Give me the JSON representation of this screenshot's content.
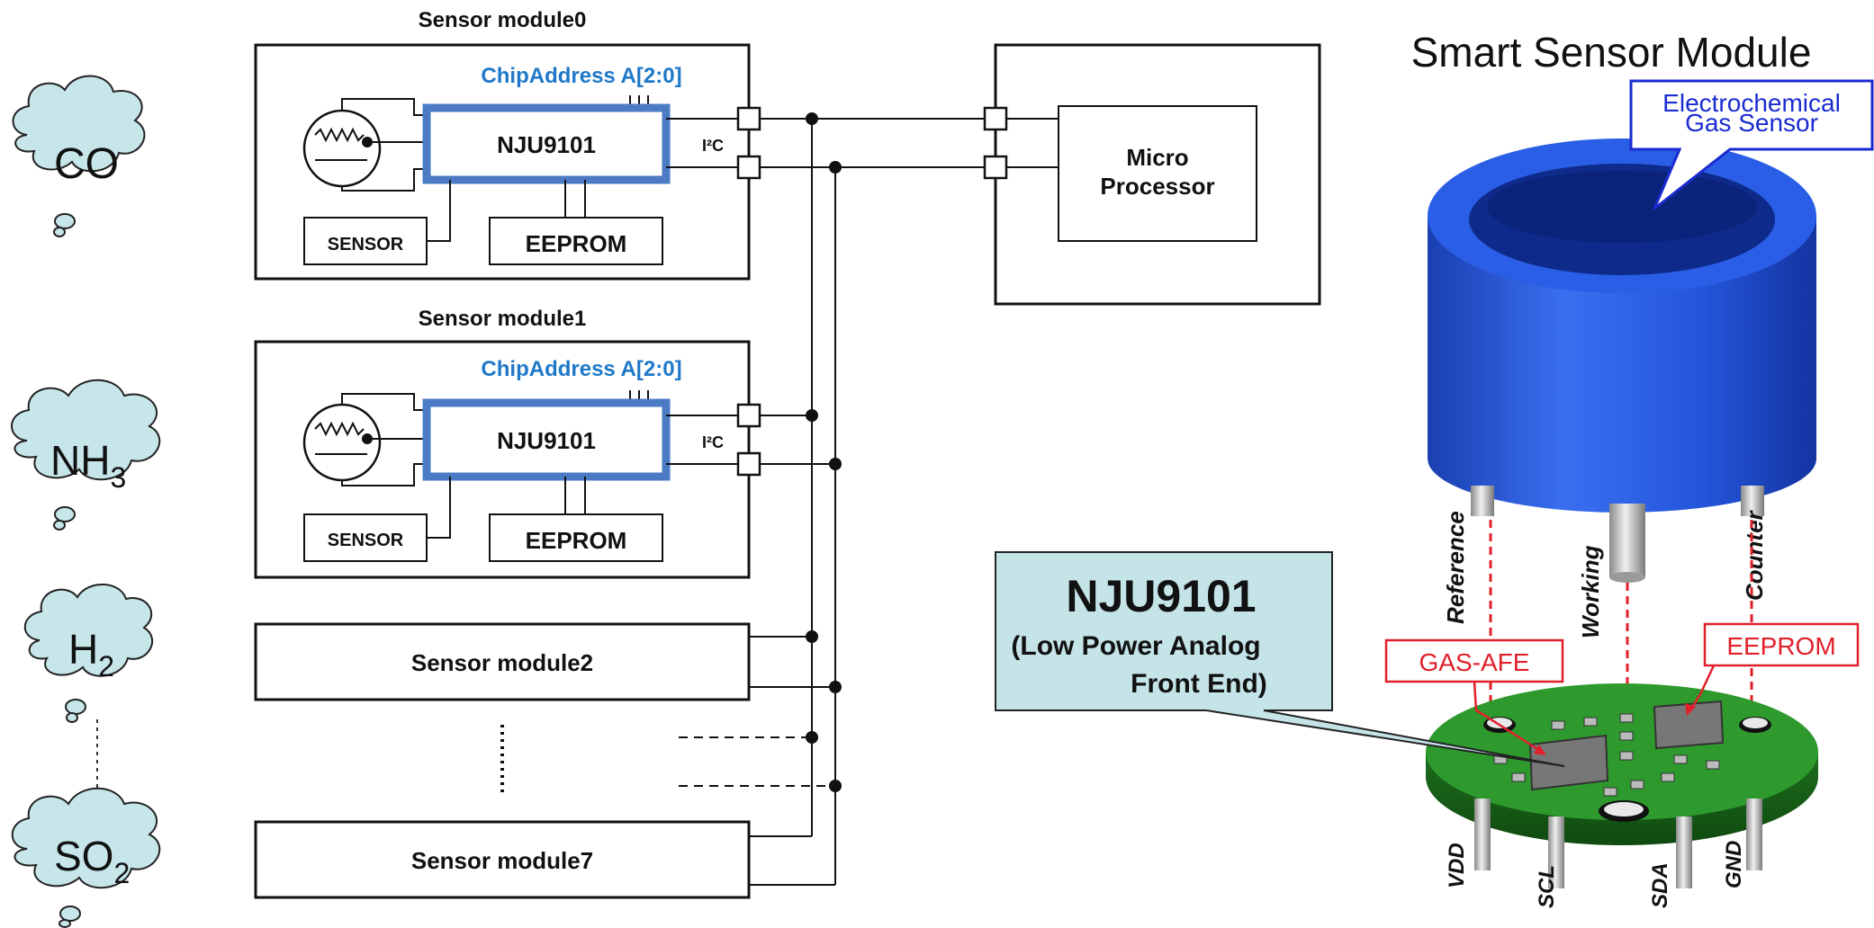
{
  "gases": {
    "co": "CO",
    "nh3": {
      "base": "NH",
      "sub": "3"
    },
    "h2": {
      "base": "H",
      "sub": "2"
    },
    "so2": {
      "base": "SO",
      "sub": "2"
    }
  },
  "module0": {
    "title": "Sensor module0",
    "chip_address": "ChipAddress A[2:0]",
    "chip": "NJU9101",
    "i2c": "I²C",
    "sensor": "SENSOR",
    "eeprom": "EEPROM"
  },
  "module1": {
    "title": "Sensor module1",
    "chip_address": "ChipAddress A[2:0]",
    "chip": "NJU9101",
    "i2c": "I²C",
    "sensor": "SENSOR",
    "eeprom": "EEPROM"
  },
  "module2": {
    "title": "Sensor module2"
  },
  "module7": {
    "title": "Sensor module7"
  },
  "microprocessor": {
    "line1": "Micro",
    "line2": "Processor"
  },
  "smart_module": {
    "title": "Smart Sensor Module",
    "callout_line1": "Electrochemical",
    "callout_line2": "Gas Sensor",
    "pin_reference": "Reference",
    "pin_working": "Working",
    "pin_counter": "Counter",
    "gas_afe": "GAS-AFE",
    "eeprom": "EEPROM",
    "bottom_pins": [
      "VDD",
      "SCL",
      "SDA",
      "GND"
    ]
  },
  "nju_callout": {
    "title": "NJU9101",
    "line1": "(Low Power Analog",
    "line2": "Front End)"
  },
  "colors": {
    "chip_border": "#4a7bc4",
    "chip_address_text": "#1f78c8",
    "cloud_fill": "#c6e6ea",
    "cylinder_blue": "#2255d8",
    "pcb_green": "#2e9a2e",
    "callout_fill": "#c4e4e8",
    "red_label": "#e0202a",
    "blue_callout_text": "#1a2bd0"
  }
}
